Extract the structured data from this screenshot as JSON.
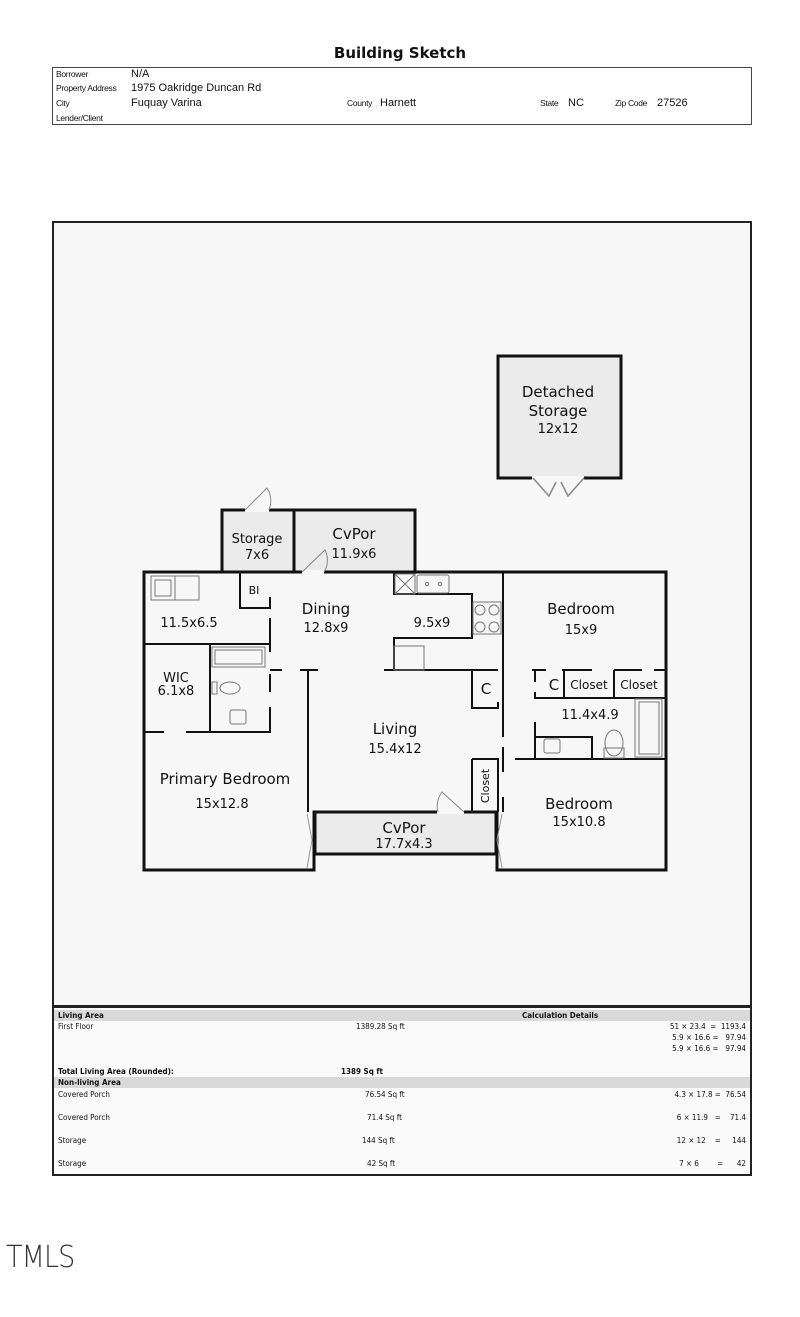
{
  "title": "Building Sketch",
  "info": {
    "borrower_label": "Borrower",
    "borrower": "N/A",
    "address_label": "Property Address",
    "address": "1975 Oakridge Duncan Rd",
    "city_label": "City",
    "city": "Fuquay Varina",
    "county_label": "County",
    "county": "Harnett",
    "state_label": "State",
    "state": "NC",
    "zip_label": "Zip Code",
    "zip": "27526",
    "lender_label": "Lender/Client",
    "lender": ""
  },
  "sketch": {
    "rooms": {
      "detached_storage": {
        "name1": "Detached",
        "name2": "Storage",
        "dims": "12x12"
      },
      "storage": {
        "name": "Storage",
        "dims": "7x6"
      },
      "cvpor_top": {
        "name": "CvPor",
        "dims": "11.9x6"
      },
      "bi": {
        "name": "BI"
      },
      "laundry": {
        "dims": "11.5x6.5"
      },
      "dining": {
        "name": "Dining",
        "dims": "12.8x9"
      },
      "kitchen": {
        "dims": "9.5x9"
      },
      "bedroom1": {
        "name": "Bedroom",
        "dims": "15x9"
      },
      "wic": {
        "name": "WIC",
        "dims": "6.1x8"
      },
      "closet_c1": {
        "name": "C"
      },
      "closet_c2": {
        "name": "C"
      },
      "closet_a": {
        "name": "Closet"
      },
      "closet_b": {
        "name": "Closet"
      },
      "bath2": {
        "dims": "11.4x4.9"
      },
      "living": {
        "name": "Living",
        "dims": "15.4x12"
      },
      "primary": {
        "name": "Primary Bedroom",
        "dims": "15x12.8"
      },
      "closet_v": {
        "name": "Closet"
      },
      "bedroom2": {
        "name": "Bedroom",
        "dims": "15x10.8"
      },
      "cvpor_bottom": {
        "name": "CvPor",
        "dims": "17.7x4.3"
      }
    }
  },
  "area_table": {
    "living_header": "Living Area",
    "calc_header": "Calculation Details",
    "first_floor": {
      "label": "First Floor",
      "area": "1389.28 Sq ft",
      "calcs": [
        "51 × 23.4  =  1193.4",
        "5.9 × 16.6 =   97.94",
        "5.9 × 16.6 =   97.94"
      ]
    },
    "total": {
      "label": "Total Living Area (Rounded):",
      "area": "1389 Sq ft"
    },
    "nonliving_header": "Non-living Area",
    "nonliving": [
      {
        "label": "Covered Porch",
        "area": "76.54 Sq ft",
        "calc": "4.3 × 17.8 =  76.54"
      },
      {
        "label": "Covered Porch",
        "area": "71.4 Sq ft",
        "calc": "6 × 11.9   =    71.4"
      },
      {
        "label": "Storage",
        "area": "144 Sq ft",
        "calc": "12 × 12    =     144"
      },
      {
        "label": "Storage",
        "area": "42 Sq ft",
        "calc": "7 × 6        =      42"
      }
    ]
  },
  "footer": {
    "logo": "TMLS"
  }
}
